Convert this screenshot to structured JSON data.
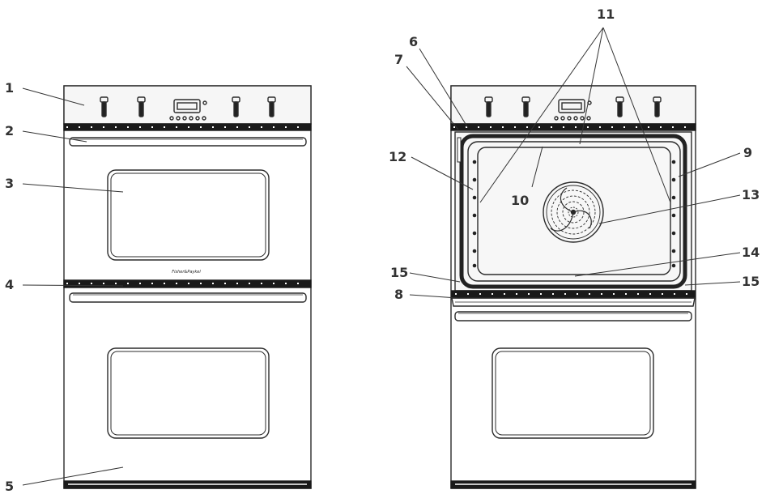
{
  "diagram": {
    "brand_text": "Fisher&Paykel",
    "callouts": [
      "1",
      "2",
      "3",
      "4",
      "5",
      "6",
      "7",
      "8",
      "9",
      "10",
      "11",
      "12",
      "13",
      "14",
      "15",
      "15"
    ],
    "colors": {
      "line": "#2b2b2b",
      "label": "#333333",
      "panel": "#f4f4f4",
      "accent": "#111111"
    }
  }
}
